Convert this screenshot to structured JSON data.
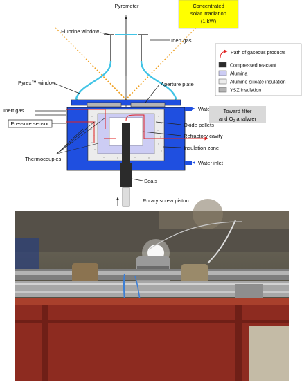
{
  "diagram": {
    "labels": {
      "pyrometer": "Pyrometer",
      "fluorine_window": "Fluorine window",
      "inert_gas_top": "Inert gas",
      "pyrex_window": "Pyrex™ window",
      "aperture_plate": "Aperture plate",
      "inert_gas_left": "Inert gas",
      "pressure_sensor": "Pressure sensor",
      "water_outlet": "Water outlet",
      "oxide_pellets": "Oxide pellets",
      "refractory_cavity": "Refractory cavity",
      "thermocouples": "Thermocouples",
      "insulation_zone": "Insulation zone",
      "water_inlet": "Water inlet",
      "seals": "Seals",
      "rotary_screw_piston": "Rotary screw piston"
    },
    "solar_box": {
      "line1": "Concentrated",
      "line2": "solar irradiation",
      "line3": "(1 kW)"
    },
    "toward_box": {
      "line1": "Toward filter",
      "line2_prefix": "and O",
      "line2_sub": "2",
      "line2_suffix": " analyzer"
    },
    "legend": {
      "path_label": "Path of gaseous products",
      "items": [
        {
          "label": "Compressed reactant",
          "color": "#2b2b2b"
        },
        {
          "label": "Alumina",
          "color": "#ccccf4"
        },
        {
          "label": "Alumino-silicate insulation",
          "color": "#ececec"
        },
        {
          "label": "YSZ insulation",
          "color": "#b4b4b4"
        }
      ]
    },
    "colors": {
      "water_jacket": "#1f4fe0",
      "window": "#41c4e6",
      "gas_path": "#e02020",
      "solar_box_fill": "#ffff00",
      "solar_rays": "#f0a020"
    }
  },
  "photo": {
    "alt": "Photograph of the solar reactor installed in front of the solar concentrator"
  }
}
